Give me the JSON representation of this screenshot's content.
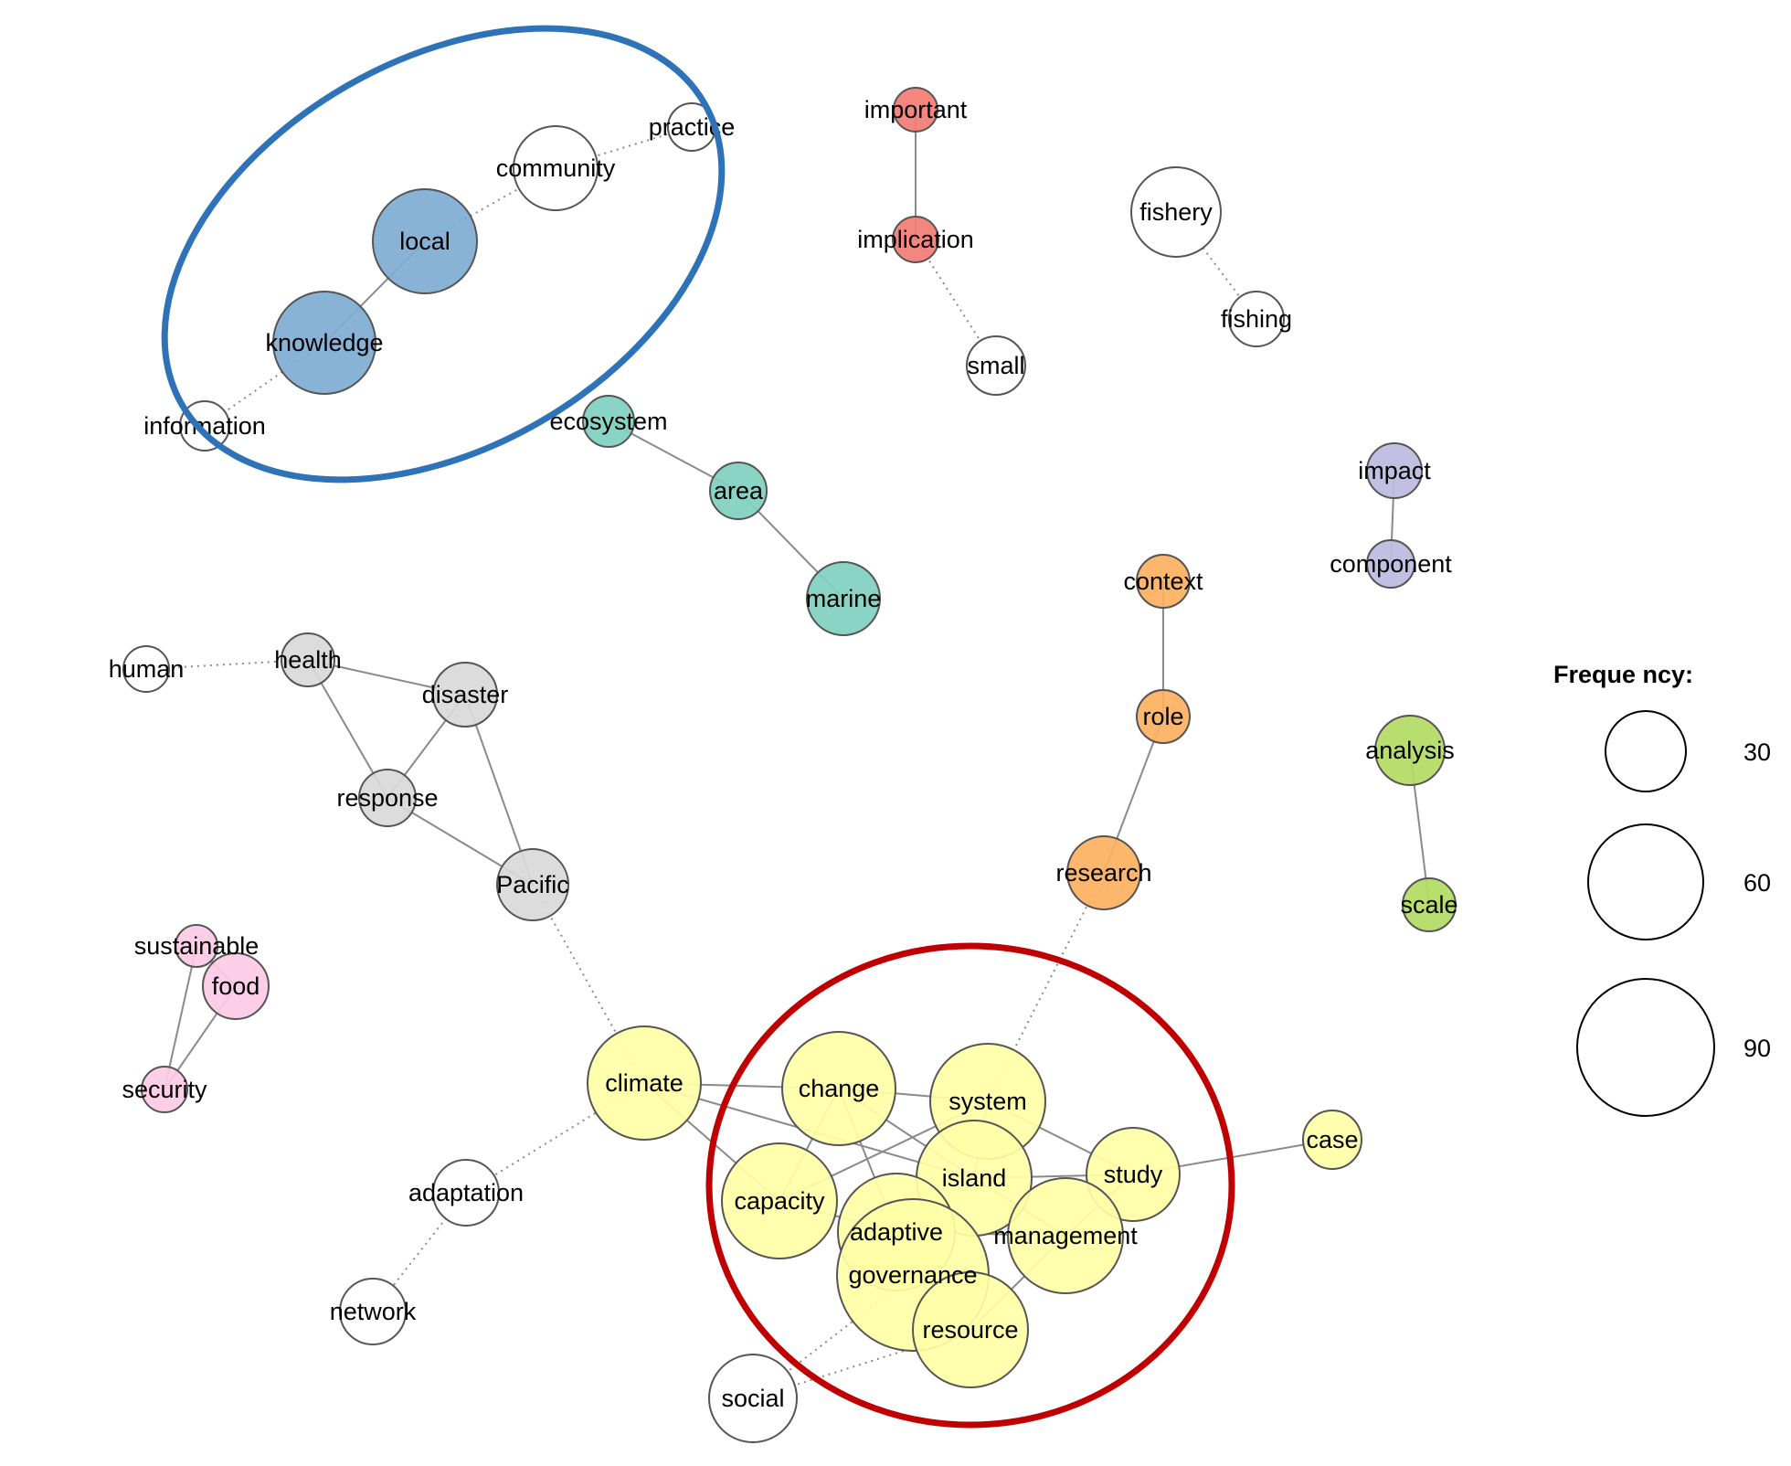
{
  "colors": {
    "blue": "#7fadd3",
    "red": "#f47c74",
    "teal": "#80d0c0",
    "orange": "#fdb15f",
    "purple": "#bdbbe0",
    "gray": "#d9d9d9",
    "pink": "#fdcae5",
    "green": "#b1db63",
    "yellow": "#ffffa7",
    "white": "#ffffff",
    "blue_outline": "#2e72b8",
    "red_outline": "#c00000"
  },
  "nodes": [
    {
      "id": "practice",
      "label": "practice",
      "color": "white"
    },
    {
      "id": "community",
      "label": "community",
      "color": "white"
    },
    {
      "id": "local",
      "label": "local",
      "color": "blue"
    },
    {
      "id": "knowledge",
      "label": "knowledge",
      "color": "blue"
    },
    {
      "id": "information",
      "label": "information",
      "color": "white"
    },
    {
      "id": "important",
      "label": "important",
      "color": "red"
    },
    {
      "id": "implication",
      "label": "implication",
      "color": "red"
    },
    {
      "id": "small",
      "label": "small",
      "color": "white"
    },
    {
      "id": "fishery",
      "label": "fishery",
      "color": "white"
    },
    {
      "id": "fishing",
      "label": "fishing",
      "color": "white"
    },
    {
      "id": "ecosystem",
      "label": "ecosystem",
      "color": "teal"
    },
    {
      "id": "area",
      "label": "area",
      "color": "teal"
    },
    {
      "id": "marine",
      "label": "marine",
      "color": "teal"
    },
    {
      "id": "impact",
      "label": "impact",
      "color": "purple"
    },
    {
      "id": "component",
      "label": "component",
      "color": "purple"
    },
    {
      "id": "context",
      "label": "context",
      "color": "orange"
    },
    {
      "id": "role",
      "label": "role",
      "color": "orange"
    },
    {
      "id": "research",
      "label": "research",
      "color": "orange"
    },
    {
      "id": "human",
      "label": "human",
      "color": "white"
    },
    {
      "id": "health",
      "label": "health",
      "color": "gray"
    },
    {
      "id": "disaster",
      "label": "disaster",
      "color": "gray"
    },
    {
      "id": "response",
      "label": "response",
      "color": "gray"
    },
    {
      "id": "pacific",
      "label": "Pacific",
      "color": "gray"
    },
    {
      "id": "analysis",
      "label": "analysis",
      "color": "green"
    },
    {
      "id": "scale",
      "label": "scale",
      "color": "green"
    },
    {
      "id": "sustainable",
      "label": "sustainable",
      "color": "pink"
    },
    {
      "id": "food",
      "label": "food",
      "color": "pink"
    },
    {
      "id": "security",
      "label": "security",
      "color": "pink"
    },
    {
      "id": "climate",
      "label": "climate",
      "color": "yellow"
    },
    {
      "id": "change",
      "label": "change",
      "color": "yellow"
    },
    {
      "id": "system",
      "label": "system",
      "color": "yellow"
    },
    {
      "id": "study",
      "label": "study",
      "color": "yellow"
    },
    {
      "id": "case",
      "label": "case",
      "color": "yellow"
    },
    {
      "id": "capacity",
      "label": "capacity",
      "color": "yellow"
    },
    {
      "id": "island",
      "label": "island",
      "color": "yellow"
    },
    {
      "id": "adaptive",
      "label": "adaptive",
      "color": "yellow"
    },
    {
      "id": "management",
      "label": "management",
      "color": "yellow"
    },
    {
      "id": "governance",
      "label": "governance",
      "color": "yellow"
    },
    {
      "id": "resource",
      "label": "resource",
      "color": "yellow"
    },
    {
      "id": "adaptation",
      "label": "adaptation",
      "color": "white"
    },
    {
      "id": "network",
      "label": "network",
      "color": "white"
    },
    {
      "id": "social",
      "label": "social",
      "color": "white"
    }
  ],
  "edges": [
    {
      "from": "practice",
      "to": "community",
      "style": "dotted"
    },
    {
      "from": "community",
      "to": "local",
      "style": "dotted"
    },
    {
      "from": "local",
      "to": "knowledge",
      "style": "solid"
    },
    {
      "from": "knowledge",
      "to": "information",
      "style": "dotted"
    },
    {
      "from": "important",
      "to": "implication",
      "style": "solid"
    },
    {
      "from": "implication",
      "to": "small",
      "style": "dotted"
    },
    {
      "from": "fishery",
      "to": "fishing",
      "style": "dotted"
    },
    {
      "from": "ecosystem",
      "to": "area",
      "style": "solid"
    },
    {
      "from": "area",
      "to": "marine",
      "style": "solid"
    },
    {
      "from": "impact",
      "to": "component",
      "style": "solid"
    },
    {
      "from": "context",
      "to": "role",
      "style": "solid"
    },
    {
      "from": "role",
      "to": "research",
      "style": "solid"
    },
    {
      "from": "research",
      "to": "system",
      "style": "dotted"
    },
    {
      "from": "human",
      "to": "health",
      "style": "dotted"
    },
    {
      "from": "health",
      "to": "disaster",
      "style": "solid"
    },
    {
      "from": "health",
      "to": "response",
      "style": "solid"
    },
    {
      "from": "disaster",
      "to": "response",
      "style": "solid"
    },
    {
      "from": "disaster",
      "to": "pacific",
      "style": "solid"
    },
    {
      "from": "response",
      "to": "pacific",
      "style": "solid"
    },
    {
      "from": "pacific",
      "to": "climate",
      "style": "dotted"
    },
    {
      "from": "analysis",
      "to": "scale",
      "style": "solid"
    },
    {
      "from": "sustainable",
      "to": "security",
      "style": "solid"
    },
    {
      "from": "food",
      "to": "security",
      "style": "solid"
    },
    {
      "from": "sustainable",
      "to": "food",
      "style": "solid"
    },
    {
      "from": "climate",
      "to": "change",
      "style": "solid"
    },
    {
      "from": "climate",
      "to": "capacity",
      "style": "solid"
    },
    {
      "from": "climate",
      "to": "island",
      "style": "solid"
    },
    {
      "from": "climate",
      "to": "adaptation",
      "style": "dotted"
    },
    {
      "from": "adaptation",
      "to": "network",
      "style": "dotted"
    },
    {
      "from": "change",
      "to": "system",
      "style": "solid"
    },
    {
      "from": "change",
      "to": "island",
      "style": "solid"
    },
    {
      "from": "change",
      "to": "capacity",
      "style": "solid"
    },
    {
      "from": "change",
      "to": "adaptive",
      "style": "solid"
    },
    {
      "from": "system",
      "to": "island",
      "style": "solid"
    },
    {
      "from": "system",
      "to": "study",
      "style": "solid"
    },
    {
      "from": "system",
      "to": "capacity",
      "style": "solid"
    },
    {
      "from": "island",
      "to": "study",
      "style": "solid"
    },
    {
      "from": "island",
      "to": "management",
      "style": "solid"
    },
    {
      "from": "study",
      "to": "case",
      "style": "solid"
    },
    {
      "from": "study",
      "to": "management",
      "style": "solid"
    },
    {
      "from": "capacity",
      "to": "adaptive",
      "style": "solid"
    },
    {
      "from": "adaptive",
      "to": "governance",
      "style": "solid"
    },
    {
      "from": "adaptive",
      "to": "management",
      "style": "solid"
    },
    {
      "from": "governance",
      "to": "resource",
      "style": "solid"
    },
    {
      "from": "management",
      "to": "resource",
      "style": "solid"
    },
    {
      "from": "governance",
      "to": "social",
      "style": "dotted"
    },
    {
      "from": "resource",
      "to": "social",
      "style": "dotted"
    }
  ],
  "legend": {
    "title": "Freque ncy:",
    "values": [
      "30",
      "60",
      "90"
    ]
  }
}
